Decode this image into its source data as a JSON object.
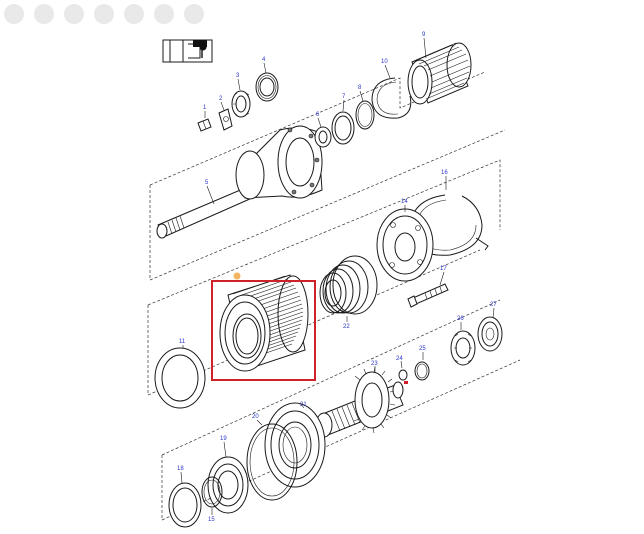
{
  "diagram": {
    "highlight_color": "#d0202a",
    "label_color": "#2b35c9",
    "part_numbers": {
      "p1": "1",
      "p2": "2",
      "p3": "3",
      "p4": "4",
      "p5": "5",
      "p6": "6",
      "p7": "7",
      "p8": "8",
      "p9": "9",
      "p10": "10",
      "p11": "11",
      "p14": "14",
      "p15": "15",
      "p16": "16",
      "p17": "17",
      "p18": "18",
      "p19": "19",
      "p20": "20",
      "p21": "21",
      "p22": "22",
      "p23": "23",
      "p24": "24",
      "p25": "25",
      "p26": "26",
      "p27": "27"
    },
    "highlighted_part": "clutch-pack"
  }
}
